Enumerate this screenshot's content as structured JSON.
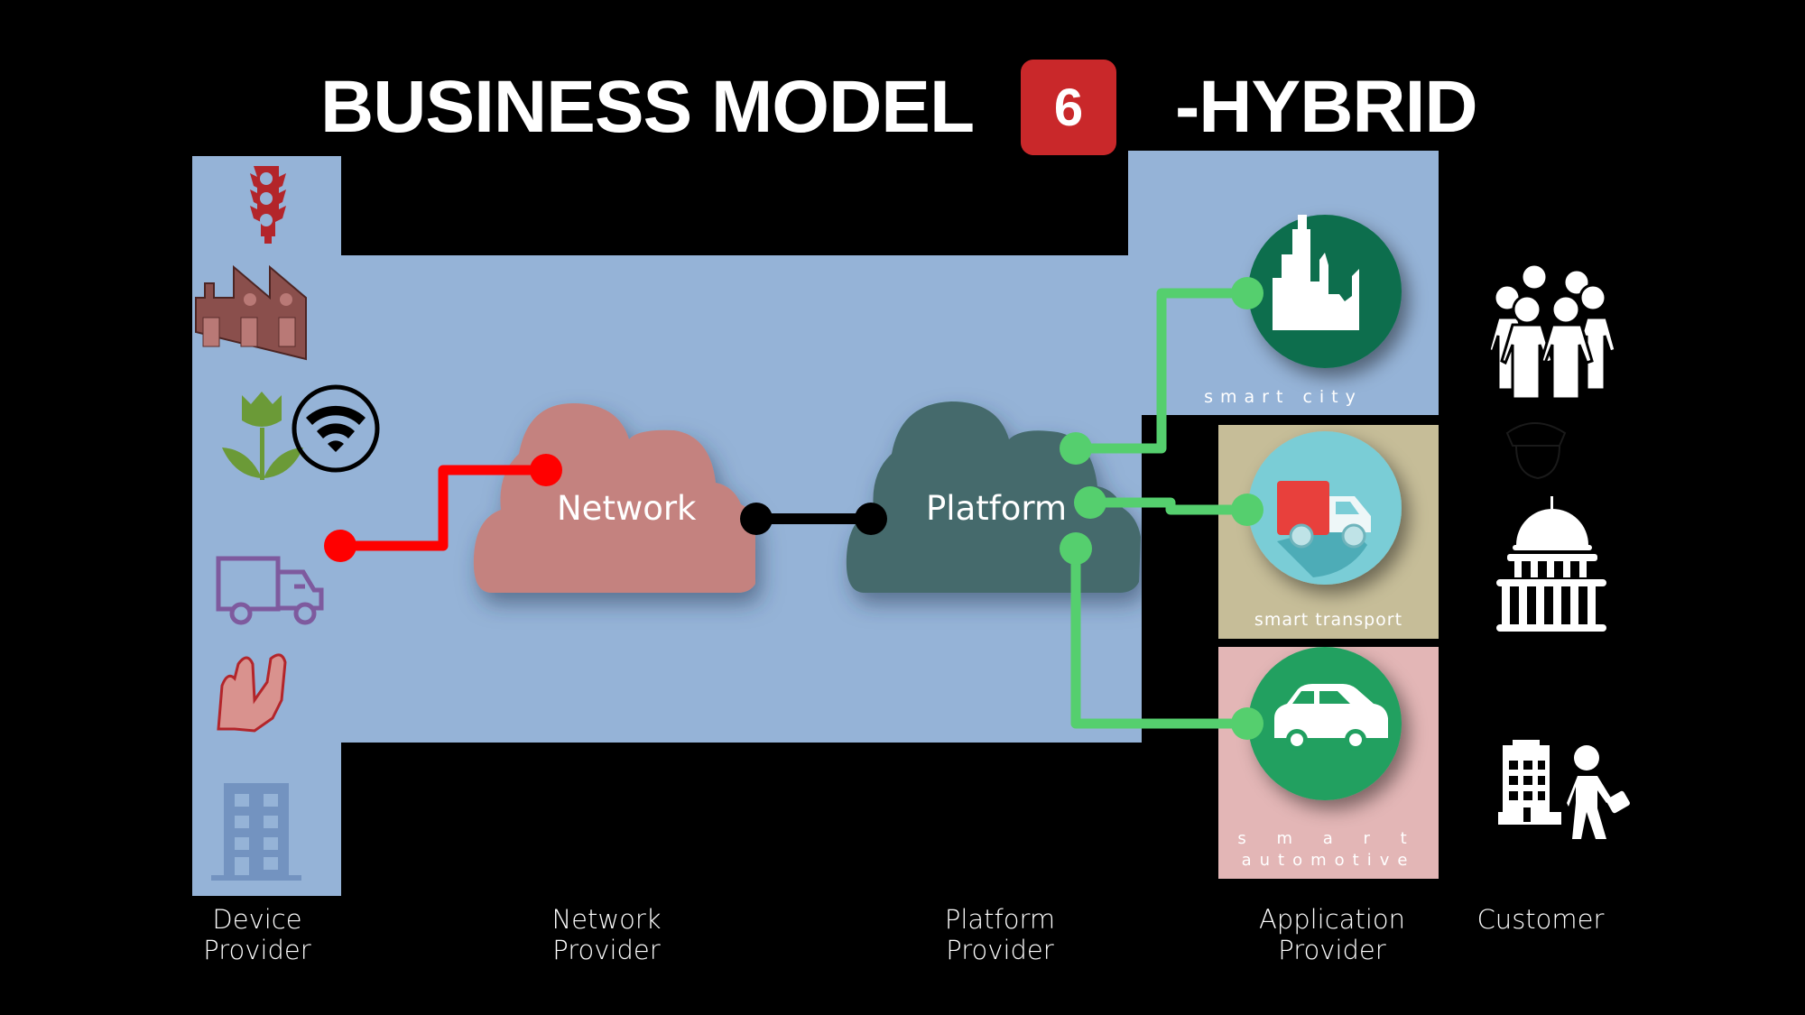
{
  "title": {
    "prefix": "BUSINESS MODEL",
    "badge": "6",
    "suffix": "-HYBRID"
  },
  "colors": {
    "background": "#000000",
    "panel_blue": "#95b3d7",
    "badge_red": "#c9282a",
    "network_cloud": "#c4827f",
    "platform_cloud": "#456b6c",
    "device_link": "#ff0000",
    "network_platform_link": "#000000",
    "application_link": "#55cf6e",
    "transport_panel": "#c6bd98",
    "automotive_panel": "#e3b6b6",
    "smart_city_circle": "#0d6e4e",
    "smart_transport_circle": "#7acdd6",
    "smart_automotive_circle": "#21a060"
  },
  "devices": {
    "icons": [
      "traffic-light-icon",
      "factory-icon",
      "plant-icon",
      "wifi-icon",
      "delivery-truck-icon",
      "robot-arm-icon",
      "office-building-icon"
    ]
  },
  "clouds": {
    "network": "Network",
    "platform": "Platform"
  },
  "applications": [
    {
      "label": "smart city",
      "icon": "city-skyline-icon"
    },
    {
      "label": "smart transport",
      "icon": "truck-icon"
    },
    {
      "label_line1": "s m a r t",
      "label_line2": "automotive",
      "icon": "car-icon"
    }
  ],
  "customers": {
    "icons": [
      "crowd-icon",
      "police-officer-icon",
      "government-building-icon",
      "business-person-icon"
    ]
  },
  "columns": [
    {
      "line1": "Device",
      "line2": "Provider"
    },
    {
      "line1": "Network",
      "line2": "Provider"
    },
    {
      "line1": "Platform",
      "line2": "Provider"
    },
    {
      "line1": "Application",
      "line2": "Provider"
    },
    {
      "line1": "Customer",
      "line2": ""
    }
  ]
}
